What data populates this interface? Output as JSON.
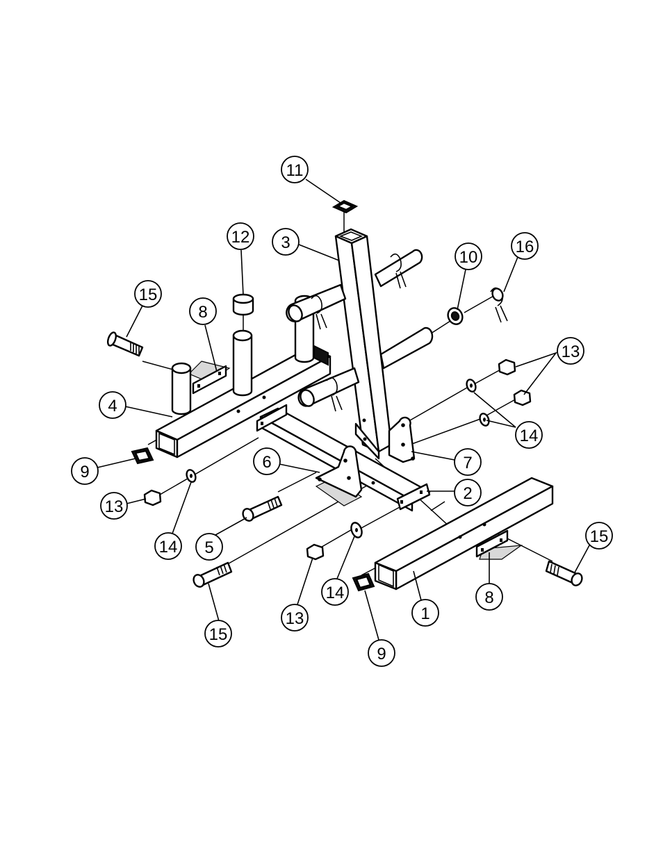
{
  "diagram": {
    "callouts": [
      {
        "id": "c11a",
        "label": "11"
      },
      {
        "id": "c12",
        "label": "12"
      },
      {
        "id": "c3",
        "label": "3"
      },
      {
        "id": "c10",
        "label": "10"
      },
      {
        "id": "c16",
        "label": "16"
      },
      {
        "id": "c15a",
        "label": "15"
      },
      {
        "id": "c8a",
        "label": "8"
      },
      {
        "id": "c13a",
        "label": "13"
      },
      {
        "id": "c4",
        "label": "4"
      },
      {
        "id": "c14a",
        "label": "14"
      },
      {
        "id": "c9a",
        "label": "9"
      },
      {
        "id": "c6",
        "label": "6"
      },
      {
        "id": "c7",
        "label": "7"
      },
      {
        "id": "c2",
        "label": "2"
      },
      {
        "id": "c13b",
        "label": "13"
      },
      {
        "id": "c15b",
        "label": "15"
      },
      {
        "id": "c14b",
        "label": "14"
      },
      {
        "id": "c5",
        "label": "5"
      },
      {
        "id": "c14c",
        "label": "14"
      },
      {
        "id": "c8b",
        "label": "8"
      },
      {
        "id": "c1",
        "label": "1"
      },
      {
        "id": "c13c",
        "label": "13"
      },
      {
        "id": "c15c",
        "label": "15"
      },
      {
        "id": "c9b",
        "label": "9"
      }
    ]
  }
}
